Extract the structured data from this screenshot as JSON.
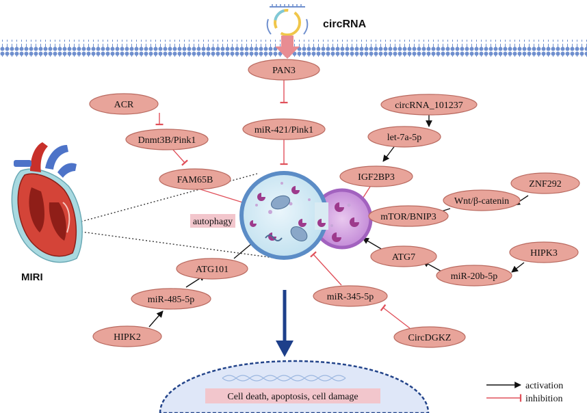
{
  "title": "circRNA",
  "organ_label": "MIRI",
  "process_label": "autophagy",
  "outcome_label": "Cell death, apoptosis, cell damage",
  "legend": {
    "activation": "activation",
    "inhibition": "inhibition"
  },
  "nodes": {
    "pan3": "PAN3",
    "acr": "ACR",
    "dnmt3b": "Dnmt3B/Pink1",
    "fam65b": "FAM65B",
    "mir421": "miR-421/Pink1",
    "circ101237": "circRNA_101237",
    "let7a": "let-7a-5p",
    "igf2bp3": "IGF2BP3",
    "znf292": "ZNF292",
    "wnt": "Wnt/β-catenin",
    "mtor": "mTOR/BNIP3",
    "atg101": "ATG101",
    "mir485": "miR-485-5p",
    "hipk2": "HIPK2",
    "mir345": "miR-345-5p",
    "circdgkz": "CircDGKZ",
    "atg7": "ATG7",
    "hipk3": "HIPK3",
    "mir20b": "miR-20b-5p"
  },
  "colors": {
    "node_fill": "#e8a49a",
    "node_stroke": "#b96a60",
    "activation": "#111111",
    "inhibition": "#e0505a",
    "membrane": "#6f8fce",
    "nucleus_fill": "#dfe7f8",
    "nucleus_stroke": "#23448a",
    "down_arrow": "#1d3f8a",
    "label_bg": "#f2c6cc"
  }
}
